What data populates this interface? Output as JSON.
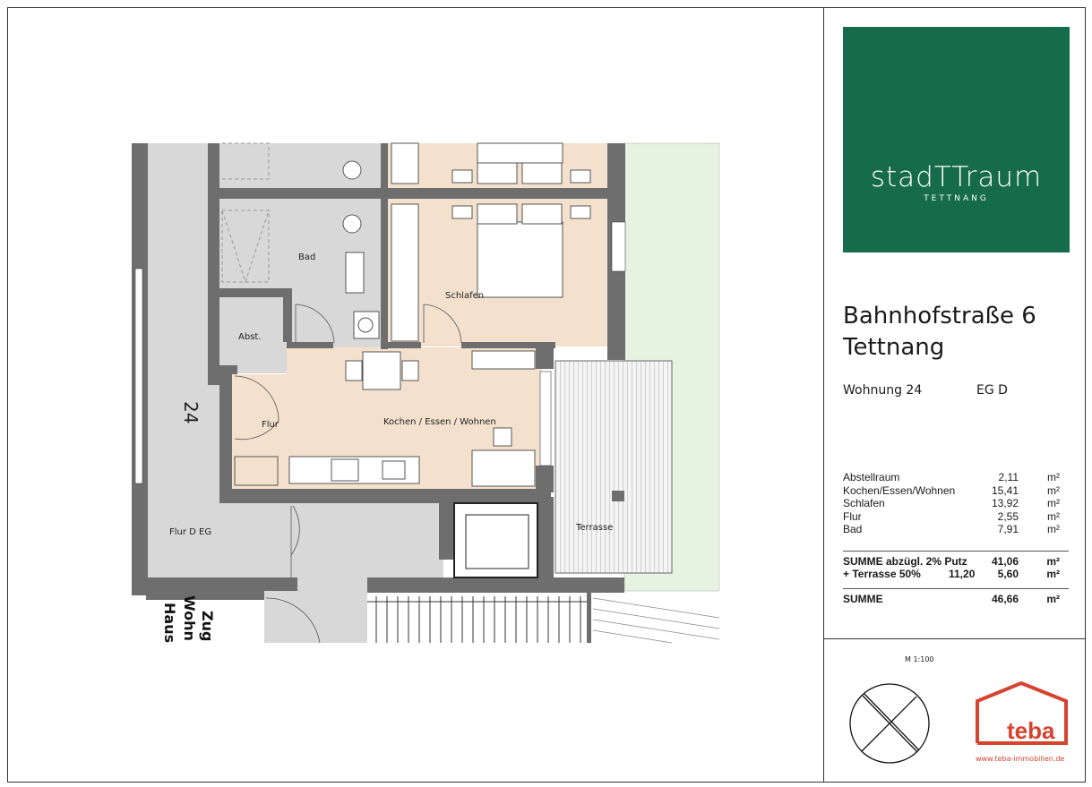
{
  "brand": {
    "name": "stadTTraum",
    "subtitle": "TETTNANG",
    "color": "#156b4c"
  },
  "address": {
    "street": "Bahnhofstraße 6",
    "city": "Tettnang"
  },
  "unit": {
    "label": "Wohnung 24",
    "floor": "EG D"
  },
  "areas": [
    {
      "room": "Abstellraum",
      "value": "2,11",
      "unit": "m²"
    },
    {
      "room": "Kochen/Essen/Wohnen",
      "value": "15,41",
      "unit": "m²"
    },
    {
      "room": "Schlafen",
      "value": "13,92",
      "unit": "m²"
    },
    {
      "room": "Flur",
      "value": "2,55",
      "unit": "m²"
    },
    {
      "room": "Bad",
      "value": "7,91",
      "unit": "m²"
    }
  ],
  "totals": {
    "net_label": "SUMME abzügl. 2% Putz",
    "net_value": "41,06",
    "net_unit": "m²",
    "terrace_label": "+ Terrasse 50%",
    "terrace_full": "11,20",
    "terrace_value": "5,60",
    "terrace_unit": "m²",
    "sum_label": "SUMME",
    "sum_value": "46,66",
    "sum_unit": "m²"
  },
  "scale": "M 1:100",
  "teba": {
    "logo_text": "teba",
    "url": "www.teba-immobilien.de",
    "color": "#d6432f"
  },
  "plan": {
    "rooms": {
      "bad": "Bad",
      "schlafen": "Schlafen",
      "abst": "Abst.",
      "flur": "Flur",
      "kochen": "Kochen / Essen / Wohnen",
      "flur_eg": "Flur D EG",
      "terrasse": "Terrasse"
    },
    "unit_number": "24",
    "cut_text": [
      "Zug",
      "Wohn",
      "Haus"
    ],
    "colors": {
      "living": "#f3e1cd",
      "common": "#d8d8d8",
      "wall": "#6e6e6e",
      "lawn": "#e6f3e0"
    }
  }
}
